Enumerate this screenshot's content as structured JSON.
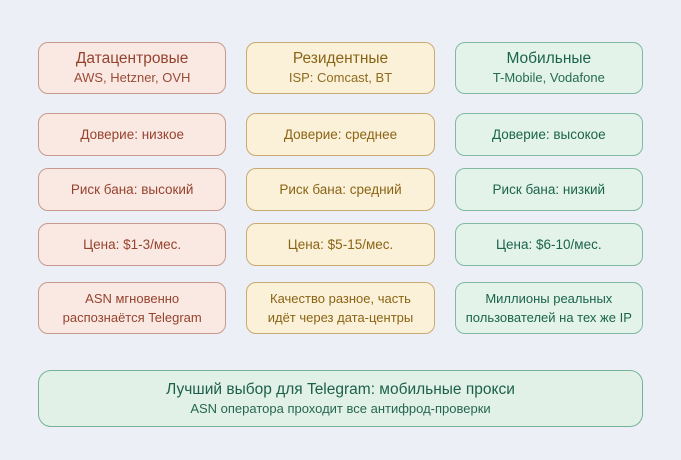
{
  "columns": [
    {
      "id": "datacenter",
      "theme": {
        "bg": "#FAE9E3",
        "border": "#C79A8D",
        "text": "#96432E"
      },
      "header": {
        "title": "Датацентровые",
        "subtitle": "AWS, Hetzner, OVH"
      },
      "trust": "Доверие: низкое",
      "risk": "Риск бана: высокий",
      "price": "Цена: $1-3/мес.",
      "note": "ASN мгновенно распознаётся Telegram"
    },
    {
      "id": "residential",
      "theme": {
        "bg": "#FBF1D9",
        "border": "#C9AB72",
        "text": "#8A6415"
      },
      "header": {
        "title": "Резидентные",
        "subtitle": "ISP: Comcast, BT"
      },
      "trust": "Доверие: среднее",
      "risk": "Риск бана: средний",
      "price": "Цена: $5-15/мес.",
      "note": "Качество разное, часть идёт через дата-центры"
    },
    {
      "id": "mobile",
      "theme": {
        "bg": "#E3F3EA",
        "border": "#80BAA2",
        "text": "#1B644C"
      },
      "header": {
        "title": "Мобильные",
        "subtitle": "T-Mobile, Vodafone"
      },
      "trust": "Доверие: высокое",
      "risk": "Риск бана: низкий",
      "price": "Цена: $6-10/мес.",
      "note": "Миллионы реальных пользователей на тех же IP"
    }
  ],
  "summary": {
    "theme": {
      "bg": "#E1F1E8",
      "border": "#76B297",
      "text": "#1C5F4A"
    },
    "title": "Лучший выбор для Telegram: мобильные прокси",
    "subtitle": "ASN оператора проходит все антифрод-проверки"
  },
  "page": {
    "background": "#ECEFF6"
  }
}
